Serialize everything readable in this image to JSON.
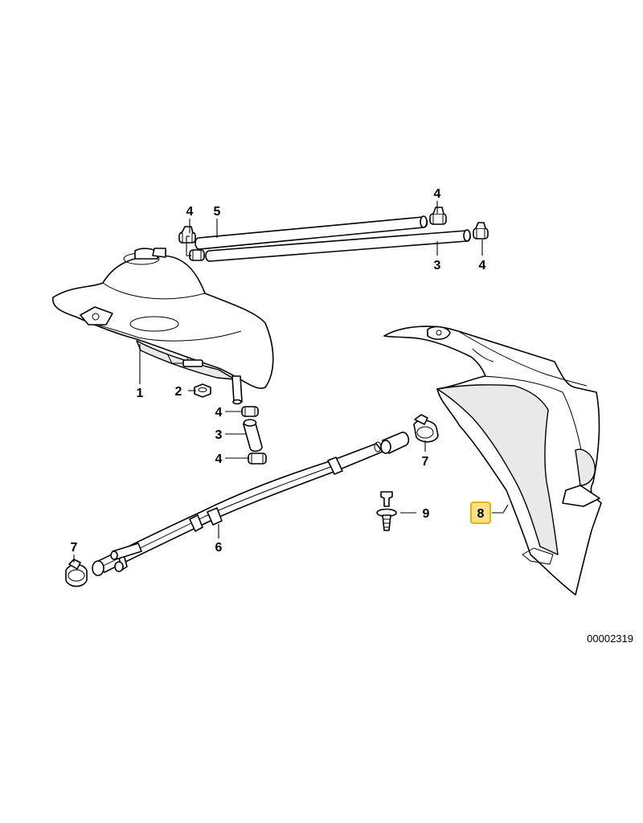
{
  "callouts": {
    "c1": "1",
    "c2": "2",
    "c3a": "3",
    "c3b": "3",
    "c4a": "4",
    "c4b": "4",
    "c4c": "4",
    "c4d": "4",
    "c4e": "4",
    "c5": "5",
    "c6": "6",
    "c7a": "7",
    "c7b": "7",
    "c8": "8",
    "c9": "9"
  },
  "highlighted_callout": "8",
  "highlight_color": "#ffe08a",
  "diagram_number": "00002319"
}
